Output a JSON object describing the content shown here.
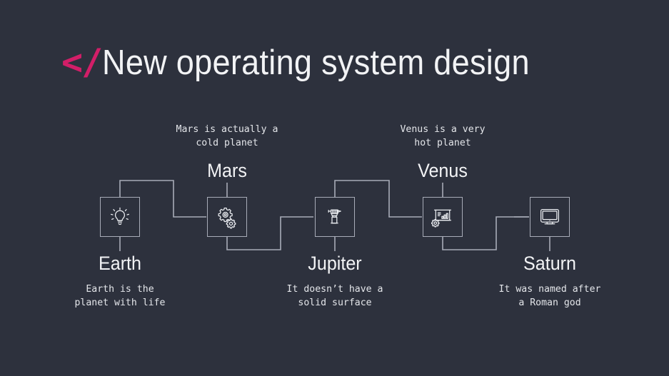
{
  "slide": {
    "background_color": "#2d313d",
    "accent_color": "#d21e68",
    "line_color": "#a8acb8",
    "text_color": "#f2f3f5",
    "title": {
      "accent": "</",
      "text": "New operating system design"
    }
  },
  "nodes": [
    {
      "id": "earth",
      "name": "Earth",
      "description": "Earth is the\nplanet with life",
      "icon": "lightbulb-icon",
      "position": "bottom"
    },
    {
      "id": "mars",
      "name": "Mars",
      "description": "Mars is actually a\ncold planet",
      "icon": "gears-icon",
      "position": "top"
    },
    {
      "id": "jupiter",
      "name": "Jupiter",
      "description": "It doesn’t have a\nsolid surface",
      "icon": "microscope-icon",
      "position": "bottom"
    },
    {
      "id": "venus",
      "name": "Venus",
      "description": "Venus is a very\nhot planet",
      "icon": "presentation-chart-icon",
      "position": "top"
    },
    {
      "id": "saturn",
      "name": "Saturn",
      "description": "It was named after\na Roman god",
      "icon": "monitor-icon",
      "position": "bottom"
    }
  ]
}
